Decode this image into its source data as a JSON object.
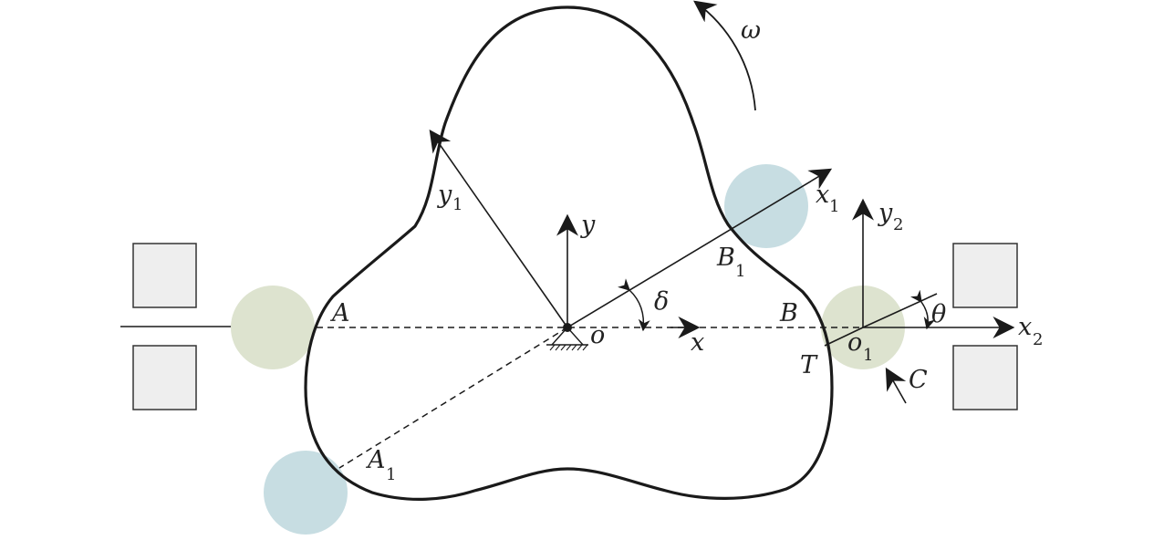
{
  "colors": {
    "stroke": "#1a1a1a",
    "roller_green": "#dde3cf",
    "roller_blue": "#c7dde2",
    "block_fill": "#eeeeee",
    "block_stroke": "#333333"
  },
  "labels": {
    "omega": "ω",
    "y1": "y",
    "y1_sub": "1",
    "y": "y",
    "x1": "x",
    "x1_sub": "1",
    "y2": "y",
    "y2_sub": "2",
    "B1": "B",
    "B1_sub": "1",
    "A": "A",
    "delta": "δ",
    "B": "B",
    "theta": "θ",
    "x2": "x",
    "x2_sub": "2",
    "o": "o",
    "x": "x",
    "o1": "o",
    "o1_sub": "1",
    "T": "T",
    "C": "C",
    "A1": "A",
    "A1_sub": "1"
  }
}
